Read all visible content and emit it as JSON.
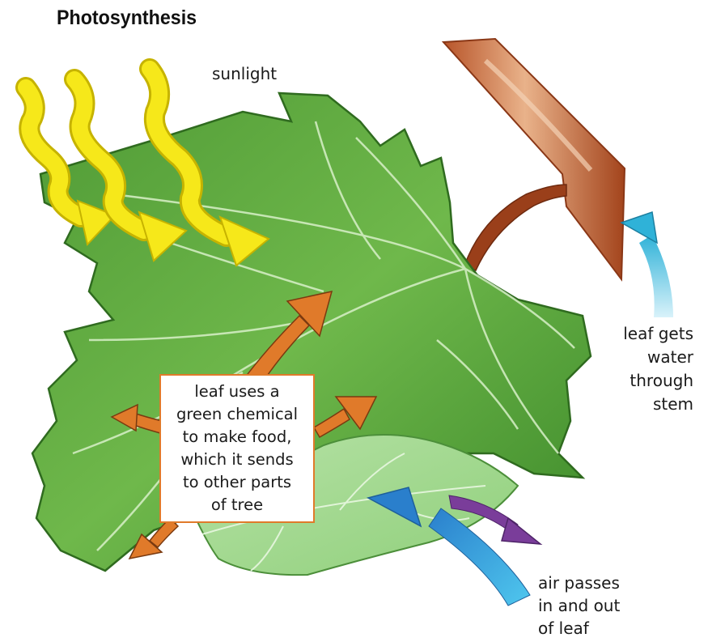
{
  "title": "Photosynthesis",
  "labels": {
    "sunlight": "sunlight",
    "water": [
      "leaf gets",
      "water",
      "through",
      "stem"
    ],
    "food": [
      "leaf uses a",
      "green chemical",
      "to make food,",
      "which it sends",
      "to other parts",
      "of tree"
    ],
    "air": [
      "air passes",
      "in and out",
      "of leaf"
    ]
  },
  "colors": {
    "leaf_dark": "#3f8a2c",
    "leaf_light": "#7cc65a",
    "leaf_pale": "#a8d99a",
    "stem": "#a2481f",
    "sun_arrow": "#f4e412",
    "food_arrow": "#e07a2a",
    "water_arrow": "#33b4d8",
    "air_in_arrow": "#2f86cf",
    "air_out_arrow": "#7a3d9a"
  }
}
